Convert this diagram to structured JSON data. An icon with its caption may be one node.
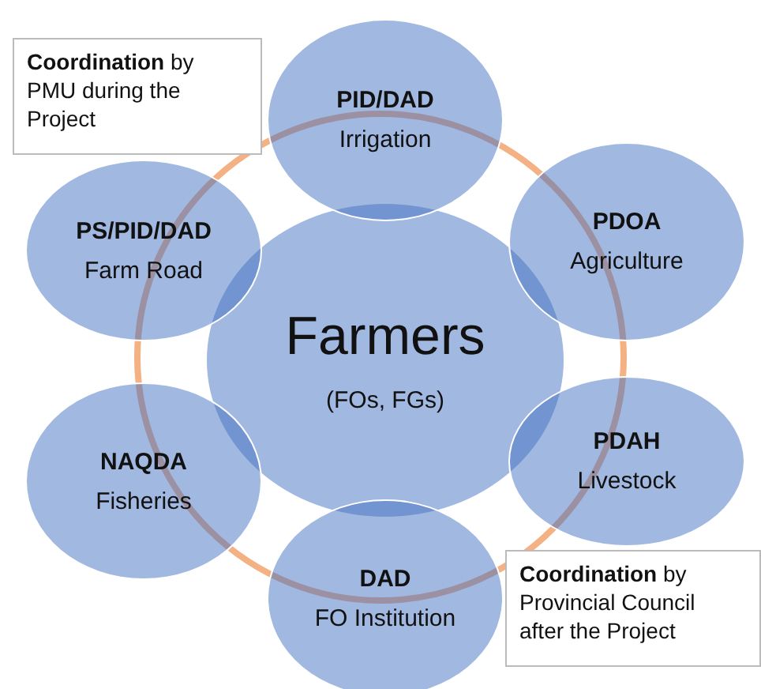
{
  "diagram": {
    "nodes": [
      {
        "text": [
          "**Coordination** by PMU during the Project"
        ]
      },
      {
        "text": [
          "PID/DAD",
          "Irrigation"
        ]
      },
      {
        "text": [
          "PS/PID/DAD",
          "Farm Road"
        ]
      },
      {
        "text": [
          "PDOA",
          "Agriculture"
        ]
      },
      {
        "text": [
          "Farmers",
          "(FOs, FGs)"
        ]
      },
      {
        "text": [
          "NAQDA",
          "Fisheries"
        ]
      },
      {
        "text": [
          "PDAH",
          "Livestock"
        ]
      },
      {
        "text": [
          "DAD",
          "FO Institution"
        ]
      },
      {
        "text": [
          "**Coordination** by Provincial Council after the Project"
        ]
      }
    ]
  }
}
